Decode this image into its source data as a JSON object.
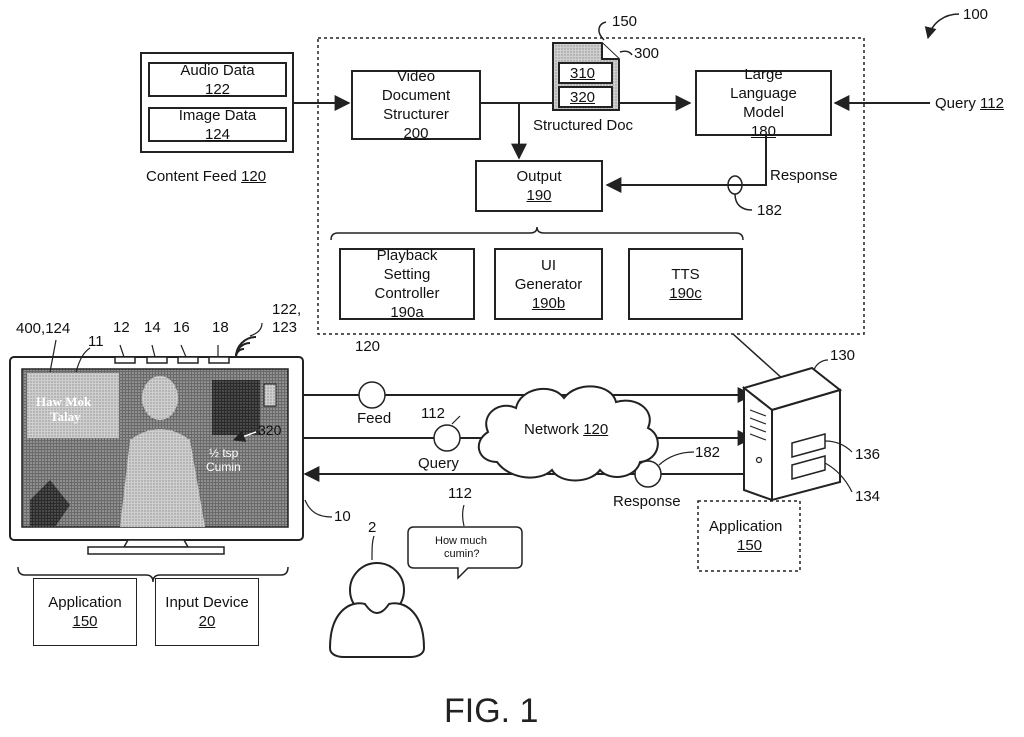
{
  "figure": {
    "label": "FIG. 1",
    "system_ref": "100"
  },
  "content_feed": {
    "label": "Content Feed",
    "ref": "120",
    "audio": {
      "label": "Audio Data",
      "ref": "122"
    },
    "image": {
      "label": "Image Data",
      "ref": "124"
    }
  },
  "system": {
    "ref": "150",
    "video_structurer": {
      "line1": "Video",
      "line2": "Document",
      "line3": "Structurer",
      "ref": "200"
    },
    "structured_doc": {
      "label": "Structured Doc",
      "ref": "300",
      "part_a": "310",
      "part_b": "320"
    },
    "llm": {
      "line1": "Large",
      "line2": "Language",
      "line3": "Model",
      "ref": "180"
    },
    "query": {
      "label": "Query",
      "ref": "112"
    },
    "response_label": "Response",
    "response_ref": "182",
    "output": {
      "label": "Output",
      "ref": "190"
    },
    "playback": {
      "line1": "Playback",
      "line2": "Setting",
      "line3": "Controller",
      "ref": "190a"
    },
    "ui_generator": {
      "line1": "UI",
      "line2": "Generator",
      "ref": "190b"
    },
    "tts": {
      "label": "TTS",
      "ref": "190c"
    }
  },
  "device": {
    "ref_screen": "400,124",
    "ref_11": "11",
    "ref_12": "12",
    "ref_14": "14",
    "ref_16": "16",
    "ref_18": "18",
    "ref_122": "122,",
    "ref_123": "123",
    "ref_tv": "10",
    "ref_320": "320",
    "screen_title_1": "Haw Mok",
    "screen_title_2": "Talay",
    "screen_caption_1": "½ tsp",
    "screen_caption_2": "Cumin",
    "application": {
      "label": "Application",
      "ref": "150"
    },
    "input_device": {
      "label": "Input Device",
      "ref": "20"
    }
  },
  "network": {
    "label": "Network",
    "ref": "120",
    "feed_label": "Feed",
    "feed_ref": "120",
    "query_label": "Query",
    "query_ref": "112",
    "response_label": "Response",
    "response_ref": "182"
  },
  "server": {
    "ref": "130",
    "ref_136": "136",
    "ref_134": "134",
    "application": {
      "label": "Application",
      "ref": "150"
    }
  },
  "user": {
    "ref": "2",
    "bubble_ref": "112",
    "bubble_line1": "How much",
    "bubble_line2": "cumin?"
  }
}
